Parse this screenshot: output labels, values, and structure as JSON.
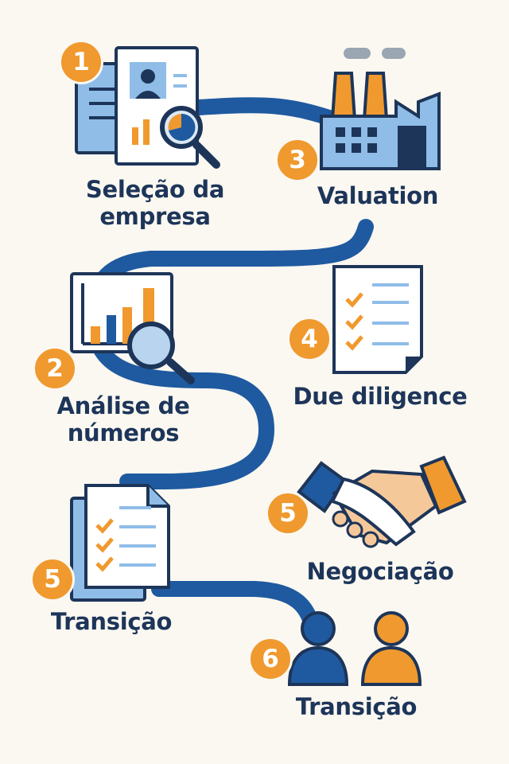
{
  "colors": {
    "background": "#fbf8f1",
    "path": "#1f5aa0",
    "navy": "#1d3559",
    "orange": "#f0992e",
    "light_blue": "#8fbde8",
    "paper": "#ffffff"
  },
  "steps": [
    {
      "number": "1",
      "label_line1": "Seleção da",
      "label_line2": "empresa",
      "icon": "document-search-icon"
    },
    {
      "number": "3",
      "label_line1": "Valuation",
      "icon": "factory-icon"
    },
    {
      "number": "2",
      "label_line1": "Análise de",
      "label_line2": "números",
      "icon": "chart-magnifier-icon"
    },
    {
      "number": "4",
      "label_line1": "Due diligence",
      "icon": "checklist-icon"
    },
    {
      "number": "5",
      "label_line1": "Negociação",
      "icon": "handshake-icon"
    },
    {
      "number": "5",
      "label_line1": "Transição",
      "icon": "documents-checklist-icon"
    },
    {
      "number": "6",
      "label_line1": "Transição",
      "icon": "people-icon"
    }
  ]
}
